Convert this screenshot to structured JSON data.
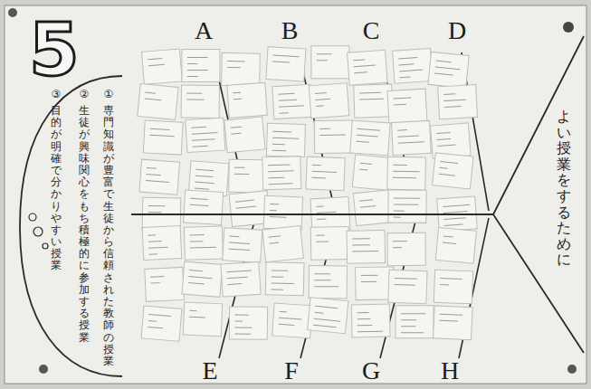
{
  "diagram": {
    "title": "5",
    "nodes": [
      {
        "text": [
          "①",
          "専門知識が豊富で生徒から信頼された教師の授業",
          "②",
          "生徒が興味関心をもち積極的に参加する授業",
          "③",
          "目的が明確で分かりやすい授業"
        ]
      },
      {
        "text": [
          "よい授業をするために"
        ]
      }
    ],
    "edges": [
      {
        "from": 0,
        "to": 1,
        "arrow": "none"
      }
    ],
    "labels": [
      "A",
      "B",
      "C",
      "D",
      "E",
      "F",
      "G",
      "H"
    ]
  }
}
